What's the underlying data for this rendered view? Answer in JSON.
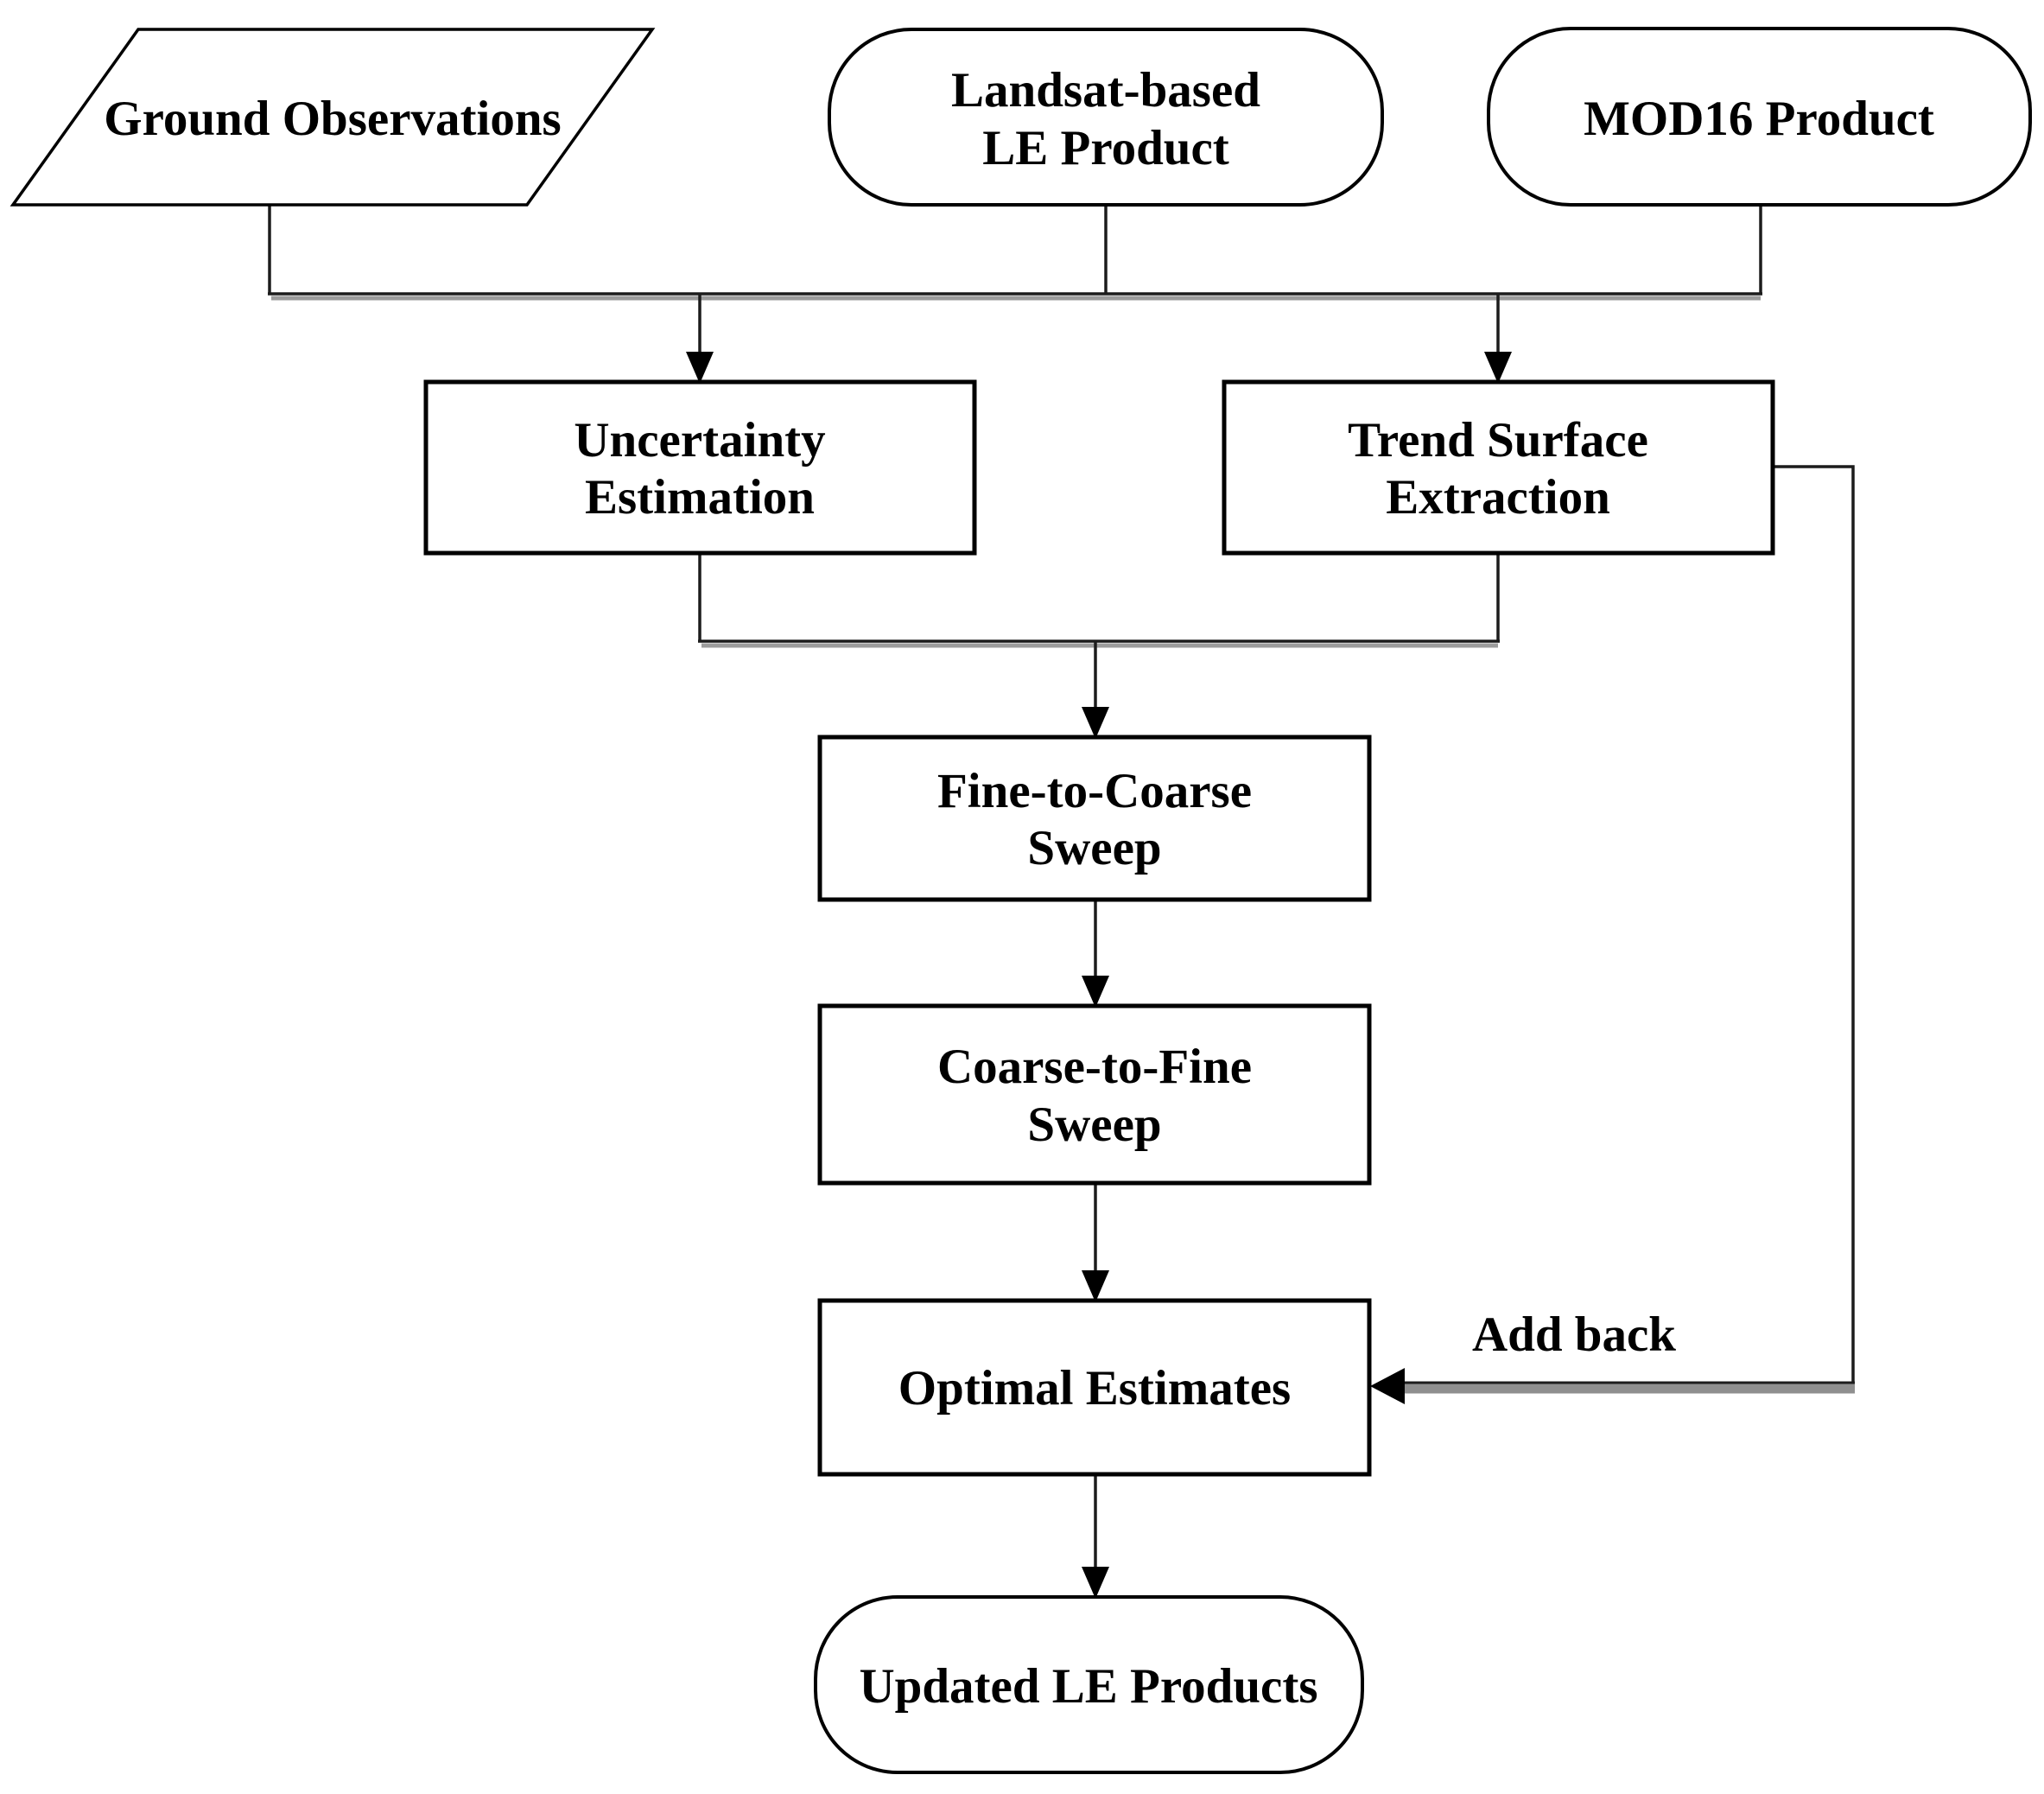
{
  "colors": {
    "background": "#ffffff",
    "shape_fill": "#ffffff",
    "shape_stroke": "#000000",
    "connector": "#1c1c1c",
    "connector_shadow": "#9c9c9c",
    "add_back_bar": "#8f8f8f",
    "text": "#000000"
  },
  "nodes": {
    "ground_observations": {
      "shape": "parallelogram",
      "label": "Ground Observations"
    },
    "landsat_le_product": {
      "shape": "stadium",
      "label": "Landsat-based LE Product",
      "line1": "Landsat-based",
      "line2": "LE Product"
    },
    "mod16_product": {
      "shape": "stadium",
      "label": "MOD16 Product"
    },
    "uncertainty_estimation": {
      "shape": "process",
      "label": "Uncertainty Estimation",
      "line1": "Uncertainty",
      "line2": "Estimation"
    },
    "trend_surface_extraction": {
      "shape": "process",
      "label": "Trend Surface Extraction",
      "line1": "Trend Surface",
      "line2": "Extraction"
    },
    "fine_to_coarse_sweep": {
      "shape": "process",
      "label": "Fine-to-Coarse Sweep",
      "line1": "Fine-to-Coarse",
      "line2": "Sweep"
    },
    "coarse_to_fine_sweep": {
      "shape": "process",
      "label": "Coarse-to-Fine Sweep",
      "line1": "Coarse-to-Fine",
      "line2": "Sweep"
    },
    "optimal_estimates": {
      "shape": "process",
      "label": "Optimal Estimates"
    },
    "updated_le_products": {
      "shape": "stadium",
      "label": "Updated LE Products"
    }
  },
  "edges": {
    "add_back_label": "Add back"
  }
}
